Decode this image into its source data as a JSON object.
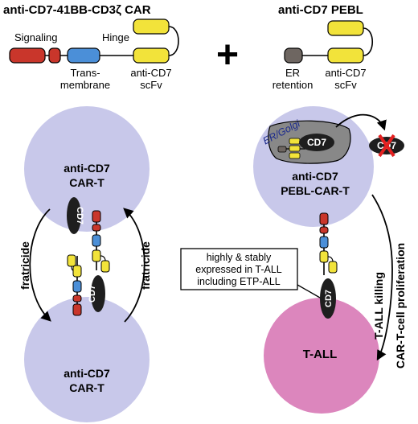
{
  "colors": {
    "cell": "#c8c8ea",
    "tall": "#dc86bd",
    "signaling": "#c9362b",
    "transmembrane": "#4b8fd8",
    "scfv": "#f2e33a",
    "er_retention": "#6e6661",
    "er_golgi": "#888888",
    "er_golgi_text": "#1c2a8c",
    "cd7": "#1e1e1e",
    "cross": "#e42020"
  },
  "car_construct": {
    "title": "anti-CD7-41BB-CD3ζ CAR",
    "signaling": "Signaling",
    "hinge": "Hinge",
    "transmembrane_1": "Trans-",
    "transmembrane_2": "membrane",
    "scfv_1": "anti-CD7",
    "scfv_2": "scFv"
  },
  "plus": "+",
  "pebl_construct": {
    "title": "anti-CD7 PEBL",
    "er_1": "ER",
    "er_2": "retention",
    "scfv_1": "anti-CD7",
    "scfv_2": "scFv"
  },
  "left_panel": {
    "top_cell_1": "anti-CD7",
    "top_cell_2": "CAR-T",
    "bottom_cell_1": "anti-CD7",
    "bottom_cell_2": "CAR-T",
    "fratricide_left": "fratricide",
    "fratricide_right": "fratricide",
    "cd7_top": "CD7",
    "cd7_bottom": "CD7"
  },
  "right_panel": {
    "er_golgi": "ER/Golgi",
    "cd7_inner": "CD7",
    "cd7_blocked": "CD7",
    "pebl_cell_1": "anti-CD7",
    "pebl_cell_2": "PEBL-CAR-T",
    "cd7_tall": "CD7",
    "tall_cell": "T-ALL",
    "killing_1": "T-ALL killing",
    "killing_2": "CAR-T-cell proliferation",
    "box_1": "highly & stably",
    "box_2": "expressed in T-ALL",
    "box_3": "including ETP-ALL"
  }
}
